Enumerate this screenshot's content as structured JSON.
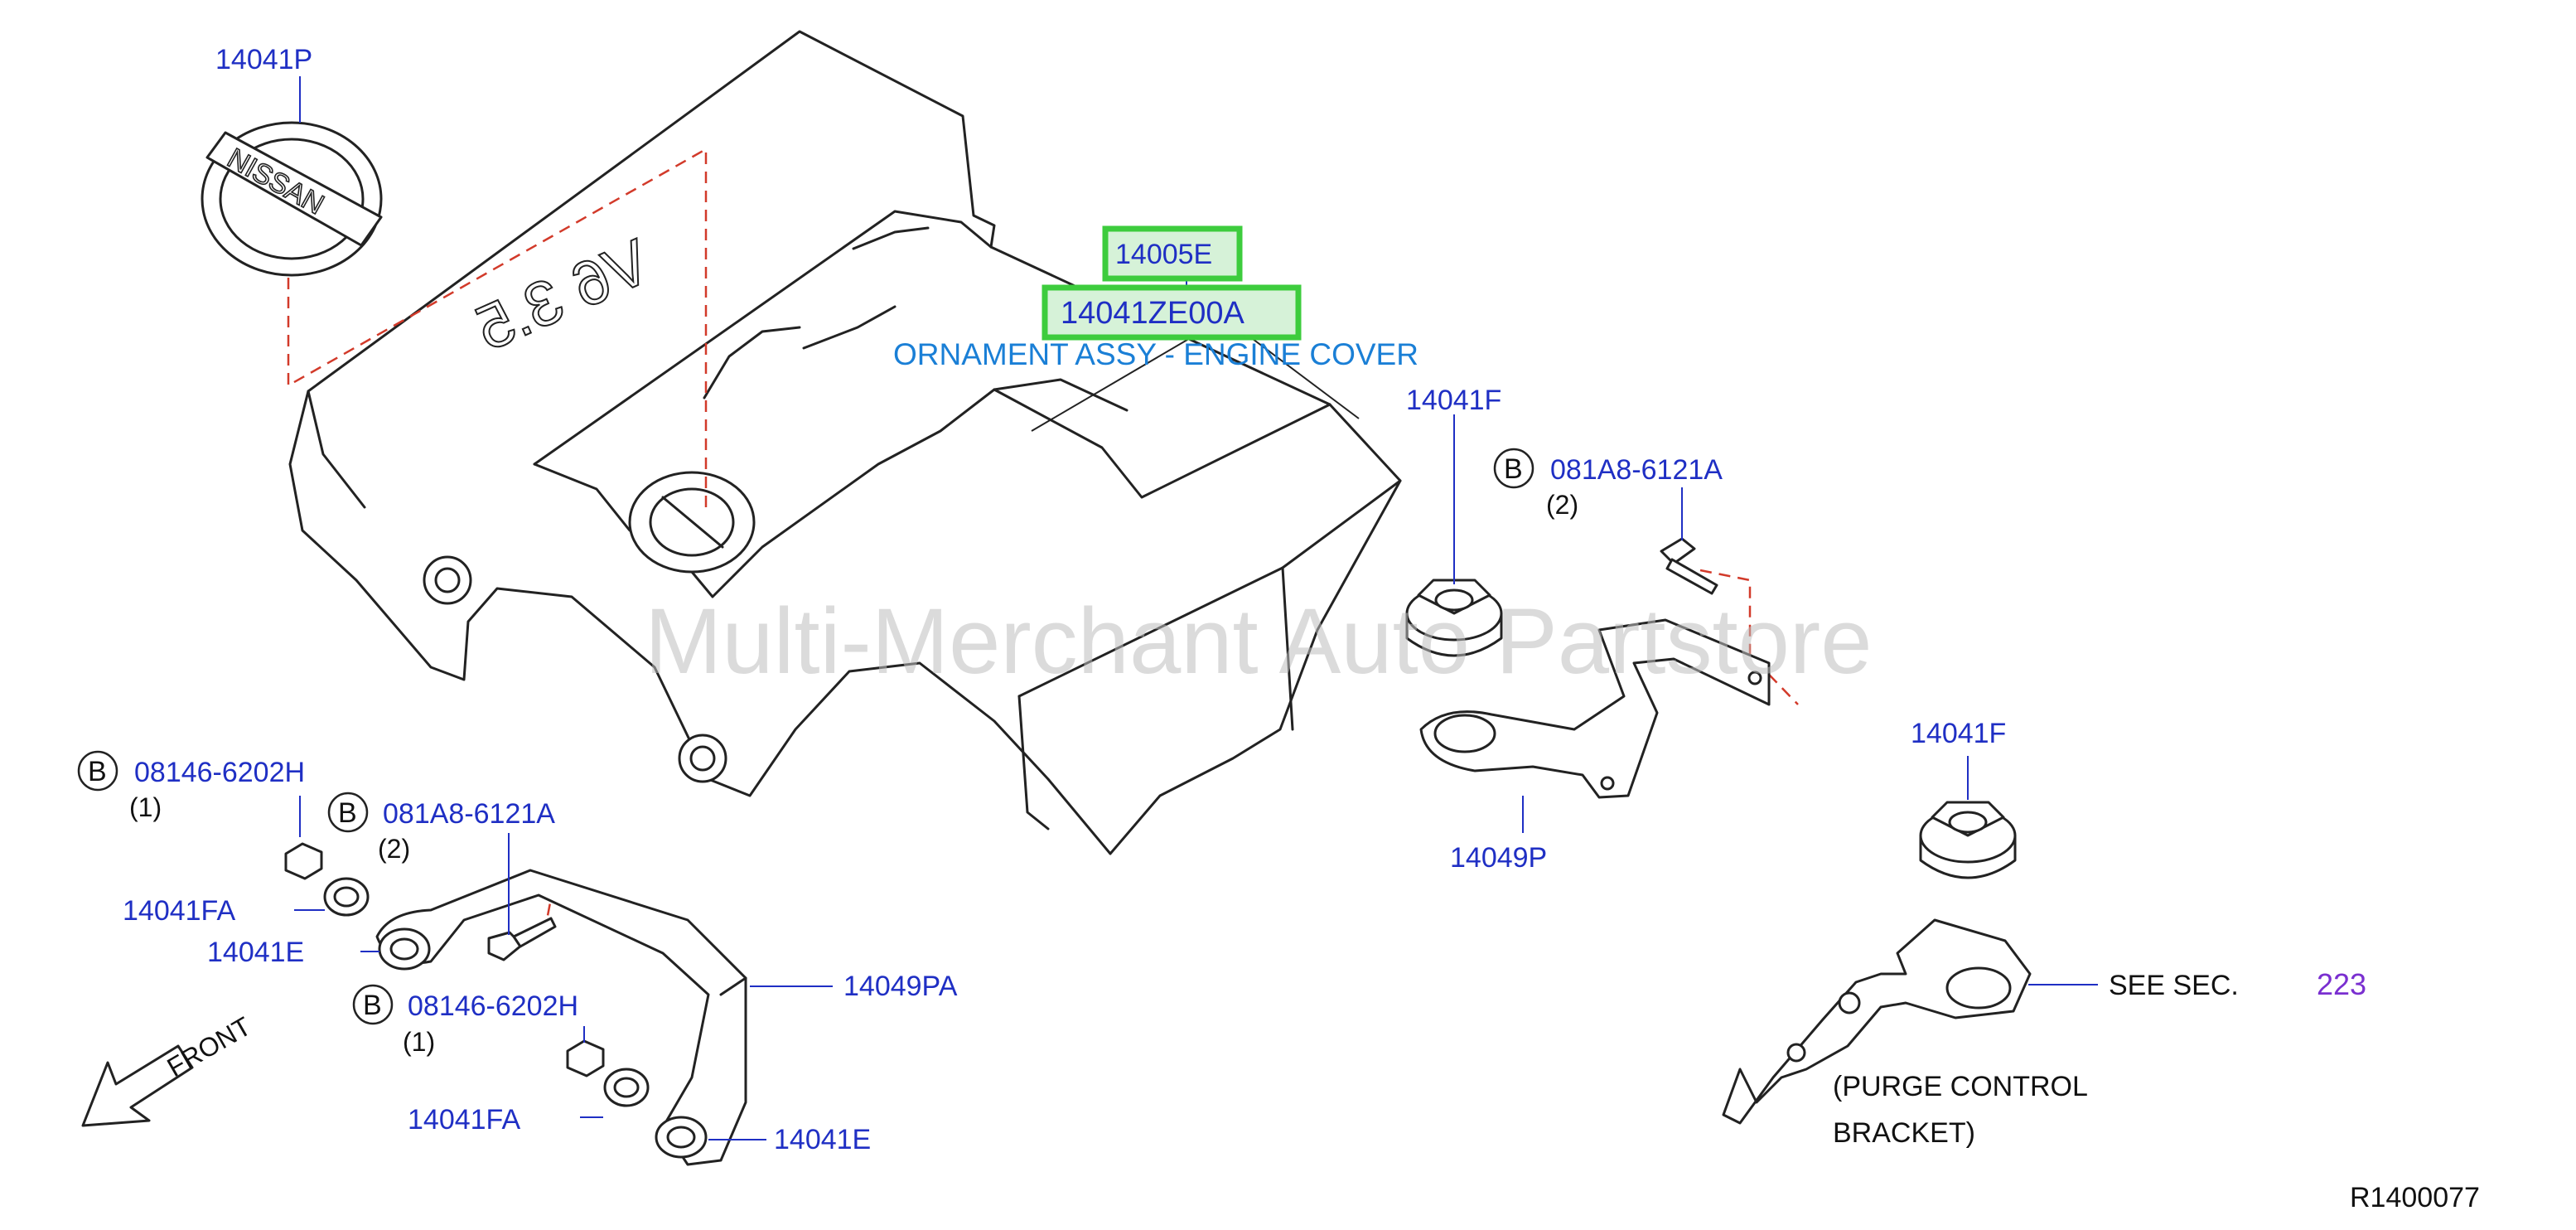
{
  "callouts": {
    "p14041P": "14041P",
    "p14005E": "14005E",
    "p14041ZE00A": "14041ZE00A",
    "ornament_desc": "ORNAMENT ASSY - ENGINE COVER",
    "p14041F_a": "14041F",
    "p081A8_a": "081A8-6121A",
    "qty_081A8_a": "(2)",
    "p14049P": "14049P",
    "p14041F_b": "14041F",
    "see_sec": "SEE   SEC.",
    "sec_223": "223",
    "purge_line1": "(PURGE   CONTROL",
    "purge_line2": "BRACKET)",
    "p08146_a": "08146-6202H",
    "qty_08146_a": "(1)",
    "p081A8_b": "081A8-6121A",
    "qty_081A8_b": "(2)",
    "p14041FA_a": "14041FA",
    "p14041E_a": "14041E",
    "p14049PA": "14049PA",
    "p08146_b": "08146-6202H",
    "qty_08146_b": "(1)",
    "p14041FA_b": "14041FA",
    "p14041E_b": "14041E",
    "front": "FRONT",
    "ref_code": "R1400077"
  },
  "bolt_marker": "B",
  "cover_text": {
    "badge": "NISSAN",
    "engine": "V6 3.5"
  },
  "watermark": "Multi-Merchant Auto Partstore",
  "colors": {
    "part_number": "#1f2fc4",
    "description": "#1a7fd6",
    "section_link": "#7a2fd0",
    "highlight_border": "#3dcc3d",
    "highlight_fill": "#d6f2d8",
    "phantom_line": "#d23a2a",
    "watermark": "#bdbdbd"
  }
}
